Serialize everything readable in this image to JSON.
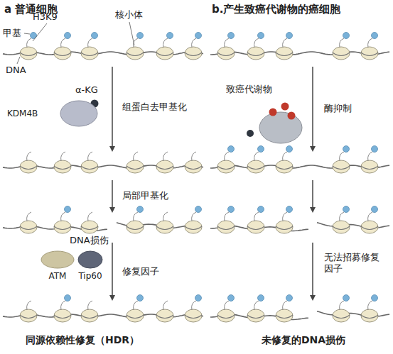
{
  "diagram": {
    "nodes": [
      {
        "text": [
          "KDM4B"
        ]
      },
      {
        "text": [
          "ATM"
        ]
      },
      {
        "text": [
          "Tip60"
        ]
      }
    ],
    "labels": [
      "a 普通细胞",
      "甲基",
      "H3K9",
      "核小体",
      "DNA",
      "α-KG",
      "组蛋白去甲基化",
      "局部甲基化",
      "DNA损伤",
      "修复因子",
      "同源依赖性修复（HDR）",
      "b.产生致癌代谢物的癌细胞",
      "致癌代谢物",
      "酶抑制",
      "无法招募修复因子",
      "未修复的DNA损伤"
    ]
  }
}
